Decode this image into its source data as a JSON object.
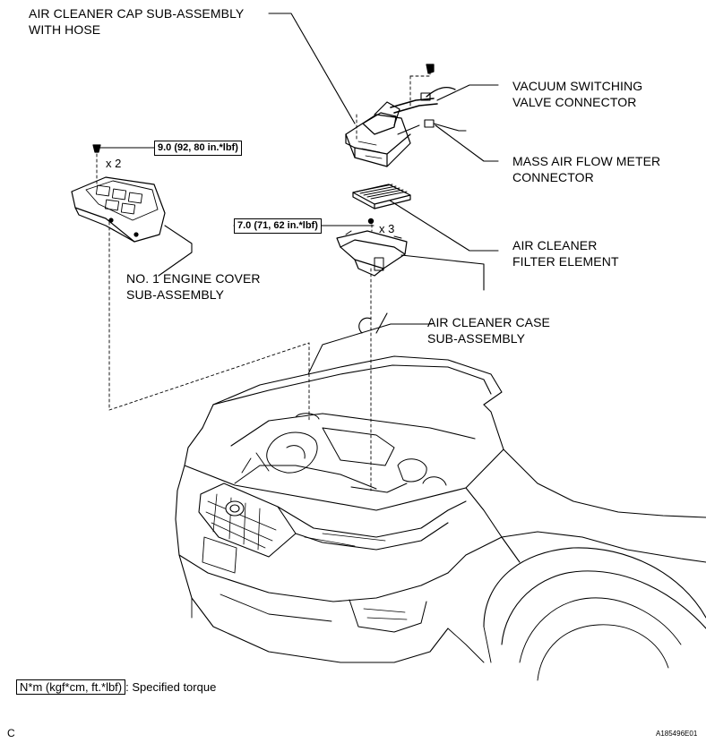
{
  "labels": {
    "air_cleaner_cap": [
      "AIR CLEANER CAP SUB-ASSEMBLY",
      "WITH HOSE"
    ],
    "vacuum_switching": [
      "VACUUM SWITCHING",
      "VALVE CONNECTOR"
    ],
    "mass_air_flow": [
      "MASS AIR FLOW METER",
      "CONNECTOR"
    ],
    "engine_cover": [
      "NO. 1 ENGINE COVER",
      "SUB-ASSEMBLY"
    ],
    "filter_element": [
      "AIR CLEANER",
      "FILTER ELEMENT"
    ],
    "case": [
      "AIR CLEANER CASE",
      "SUB-ASSEMBLY"
    ]
  },
  "torques": {
    "engine_cover": "9.0 (92, 80 in.*lbf)",
    "case": "7.0 (71, 62 in.*lbf)"
  },
  "quantities": {
    "engine_cover": "x 2",
    "case": "x 3"
  },
  "legend": {
    "unit": "N*m (kgf*cm, ft.*lbf)",
    "text": ": Specified torque"
  },
  "corner_letter": "C",
  "figure_id": "A185496E01"
}
